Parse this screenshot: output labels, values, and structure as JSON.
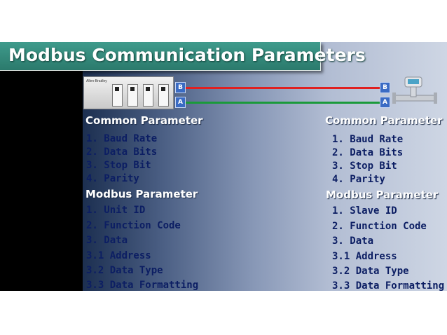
{
  "title": "Modbus Communication Parameters",
  "plc": {
    "brand_text": "Allen-Bradley"
  },
  "terminals": {
    "b": "B",
    "a": "A"
  },
  "wire_colors": {
    "b_line": "#e02020",
    "a_line": "#1a9a3a"
  },
  "left": {
    "common_header": "Common Parameter",
    "common_items": [
      "1. Baud Rate",
      "2. Data Bits",
      "3. Stop Bit",
      "4. Parity"
    ],
    "modbus_header": "Modbus Parameter",
    "modbus_items": [
      "1. Unit ID",
      "2. Function Code",
      "3. Data",
      "3.1 Address",
      "3.2 Data Type",
      "3.3 Data Formatting"
    ]
  },
  "right": {
    "common_header": "Common Parameter",
    "common_items": [
      "1. Baud Rate",
      "2. Data Bits",
      "3. Stop Bit",
      "4. Parity"
    ],
    "modbus_header": "Modbus Parameter",
    "modbus_items": [
      "1. Slave ID",
      "2. Function Code",
      "3. Data",
      "3.1 Address",
      "3.2 Data Type",
      "3.3 Data Formatting"
    ]
  }
}
